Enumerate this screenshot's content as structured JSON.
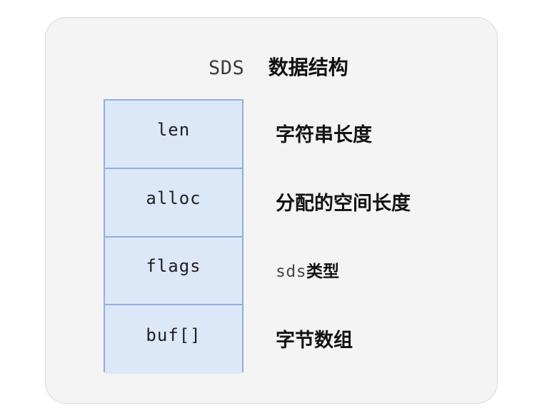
{
  "card": {
    "background_color": "#f4f4f4",
    "border_color": "#d9d9d9"
  },
  "title": {
    "mono": "SDS",
    "gap": "  ",
    "cjk": "数据结构",
    "full": "SDS  数据结构"
  },
  "table": {
    "fill_color": "#dce7f8",
    "border_color": "#8fb0dd",
    "rows": [
      {
        "field": "len",
        "description": "字符串长度",
        "description_mono_prefix": "",
        "description_cjk": "字符串长度"
      },
      {
        "field": "alloc",
        "description": "分配的空间长度",
        "description_mono_prefix": "",
        "description_cjk": "分配的空间长度"
      },
      {
        "field": "flags",
        "description": "sds类型",
        "description_mono_prefix": "sds",
        "description_cjk": "类型"
      },
      {
        "field": "buf[]",
        "description": "字节数组",
        "description_mono_prefix": "",
        "description_cjk": "字节数组"
      }
    ]
  }
}
